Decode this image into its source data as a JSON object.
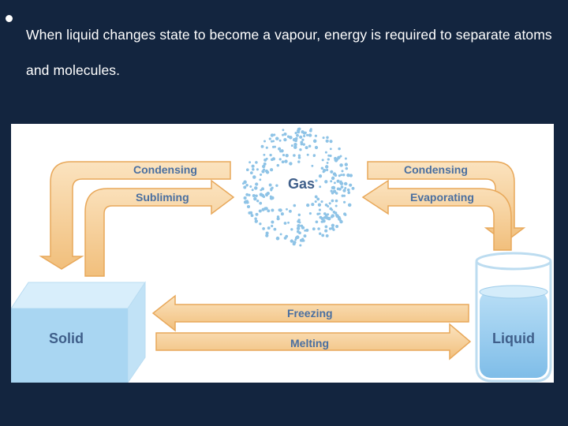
{
  "bullet": {
    "text": "When liquid changes state to become a vapour, energy is required to separate atoms and molecules."
  },
  "diagram": {
    "states": {
      "gas": "Gas",
      "solid": "Solid",
      "liquid": "Liquid"
    },
    "arrows": {
      "condensing_left": "Condensing",
      "subliming": "Subliming",
      "condensing_right": "Condensing",
      "evaporating": "Evaporating",
      "freezing": "Freezing",
      "melting": "Melting"
    },
    "colors": {
      "slide_background": "#13253f",
      "arrow_fill": "#f4c98a",
      "arrow_stroke": "#e8a85a",
      "label_text": "#4a6fa0",
      "solid_front": "#a9d6f2",
      "water": "#8fc8ee",
      "gas_particles": "#8ec3e6"
    }
  }
}
